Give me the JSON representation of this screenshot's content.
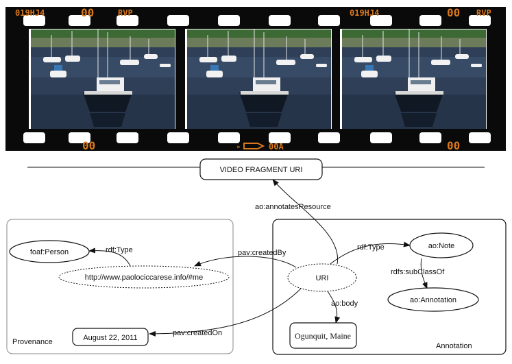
{
  "filmstrip": {
    "edge_code_left": "019HJ4",
    "edge_num_top": "00",
    "edge_suffix": "RVP",
    "edge_bottom_num": "00",
    "edge_bottom_code": "00A",
    "frame_count": 3
  },
  "nodes": {
    "video_fragment": "VIDEO FRAGMENT URI",
    "foaf_person": "foaf:Person",
    "paolo_uri": "http://www.paolociccarese.info/#me",
    "uri": "URI",
    "ao_note": "ao:Note",
    "ao_annotation": "ao:Annotation",
    "date": "August 22, 2011",
    "body_text": "Ogunquit, Maine"
  },
  "edges": {
    "annotates_resource": "ao:annotatesResource",
    "rdf_type_person": "rdf:Type",
    "created_by": "pav:createdBy",
    "rdf_type_note": "rdf:Type",
    "subclass_of": "rdfs:subClassOf",
    "ao_body": "ao:body",
    "created_on": "pav:createdOn"
  },
  "groups": {
    "provenance": "Provenance",
    "annotation": "Annotation"
  },
  "colors": {
    "film_black": "#0a0a0a",
    "film_orange": "#d9781e",
    "sky": "#c9d6e6",
    "water": "#2f3f58",
    "trees": "#3d6a34"
  }
}
